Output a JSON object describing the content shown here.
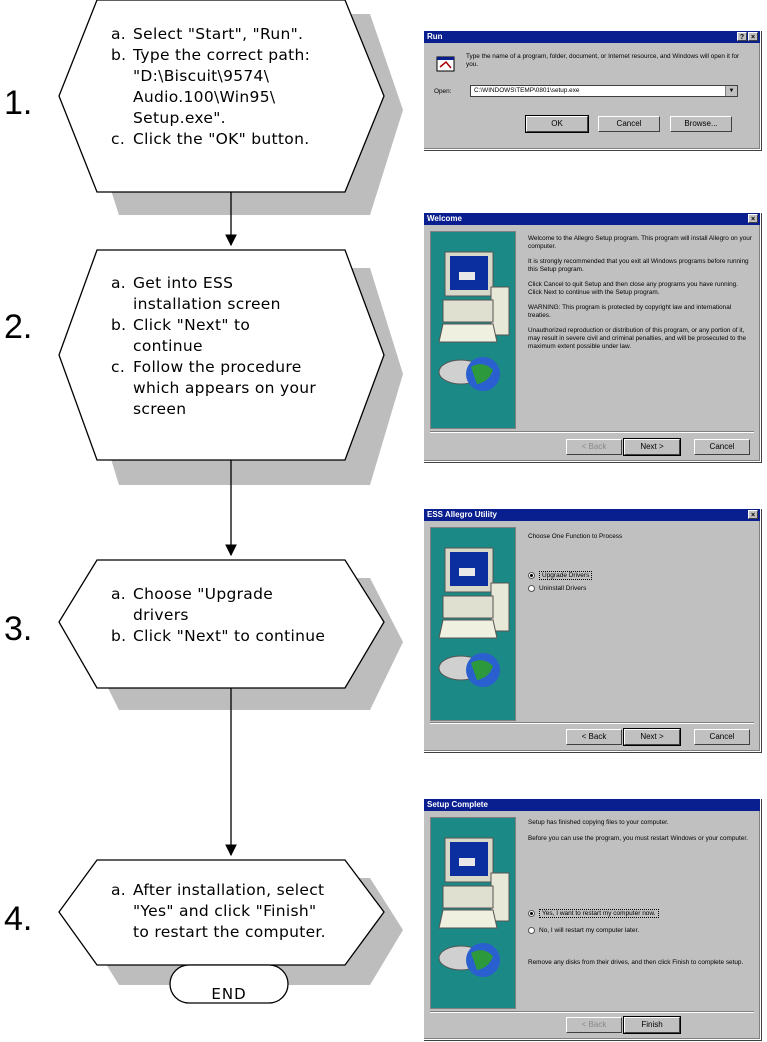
{
  "steps": [
    {
      "number": "1.",
      "items": [
        {
          "label": "a.",
          "text": "Select \"Start\", \"Run\"."
        },
        {
          "label": "b.",
          "text": "Type the correct path:\n\"D:\\Biscuit\\9574\\\nAudio.100\\Win95\\\nSetup.exe\"."
        },
        {
          "label": "c.",
          "text": "Click the \"OK\" button."
        }
      ]
    },
    {
      "number": "2.",
      "items": [
        {
          "label": "a.",
          "text": "Get into ESS\ninstallation screen"
        },
        {
          "label": "b.",
          "text": "Click \"Next\" to\ncontinue"
        },
        {
          "label": "c.",
          "text": "Follow the procedure\nwhich appears on your\nscreen"
        }
      ]
    },
    {
      "number": "3.",
      "items": [
        {
          "label": "a.",
          "text": "Choose \"Upgrade\ndrivers"
        },
        {
          "label": "b.",
          "text": "Click \"Next\" to continue"
        }
      ]
    },
    {
      "number": "4.",
      "items": [
        {
          "label": "a.",
          "text": "After installation, select\n\"Yes\" and click \"Finish\"\nto restart the computer."
        }
      ]
    }
  ],
  "end_label": "END",
  "dialogs": {
    "run": {
      "title": "Run",
      "prompt": "Type the name of a program, folder, document, or Internet resource, and Windows will open it for you.",
      "open_label": "Open:",
      "open_value": "C:\\WINDOWS\\TEMP\\0801\\setup.exe",
      "ok": "OK",
      "cancel": "Cancel",
      "browse": "Browse..."
    },
    "welcome": {
      "title": "Welcome",
      "paragraphs": [
        "Welcome to the Allegro Setup program. This program will install Allegro on your computer.",
        "It is strongly recommended that you exit all Windows programs before running this Setup program.",
        "Click Cancel to quit Setup and then close any programs you have running. Click Next to continue with the Setup program.",
        "WARNING: This program is protected by copyright law and international treaties.",
        "Unauthorized reproduction or distribution of this program, or any portion of it, may result in severe civil and criminal penalties, and will be prosecuted to the maximum extent possible under law."
      ],
      "back": "< Back",
      "next": "Next >",
      "cancel": "Cancel"
    },
    "utility": {
      "title": "ESS Allegro Utility",
      "prompt": "Choose One Function to Process",
      "options": [
        "Upgrade Drivers",
        "Uninstall Drivers"
      ],
      "back": "< Back",
      "next": "Next >",
      "cancel": "Cancel"
    },
    "complete": {
      "title": "Setup Complete",
      "line1": "Setup has finished copying files to your computer.",
      "line2": "Before you can use the program, you must restart Windows or your computer.",
      "options": [
        "Yes, I want to restart my computer now.",
        "No, I will restart my computer later."
      ],
      "line3": "Remove any disks from their drives, and then click Finish to complete setup.",
      "back": "< Back",
      "finish": "Finish"
    }
  }
}
